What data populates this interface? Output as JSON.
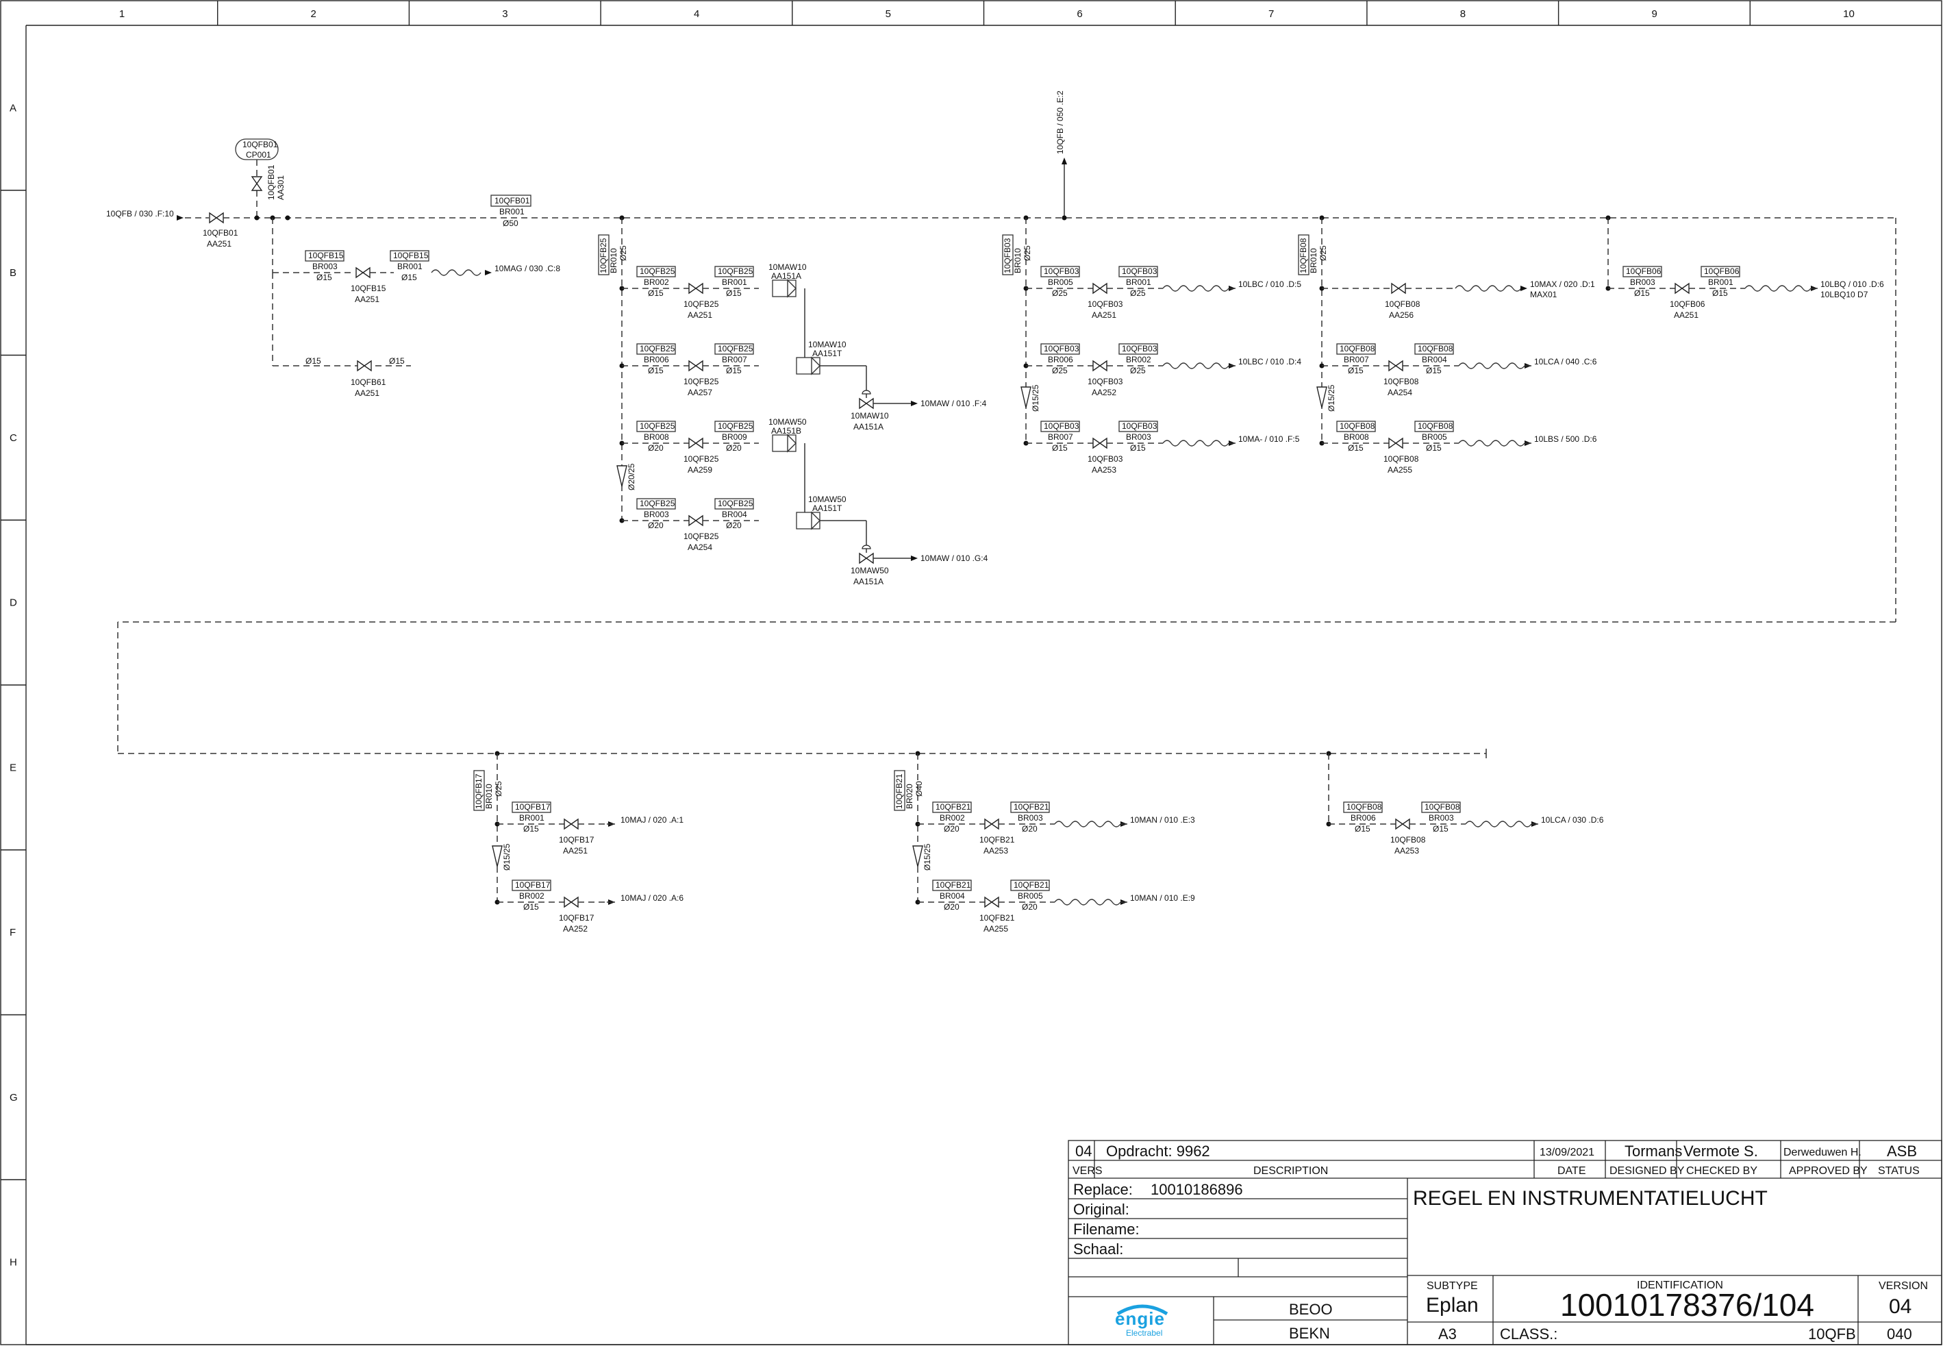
{
  "grid": {
    "columns": [
      "1",
      "2",
      "3",
      "4",
      "5",
      "6",
      "7",
      "8",
      "9",
      "10"
    ],
    "rows": [
      "A",
      "B",
      "C",
      "D",
      "E",
      "F",
      "G",
      "H"
    ]
  },
  "header_inst": {
    "tag": "10QFB01",
    "sub": "CP001"
  },
  "main_line": {
    "source": "10QFB  / 030 .F:10",
    "inlet_valve": {
      "tag": "10QFB01",
      "code": "AA251"
    },
    "vert_valve": {
      "tag": "10QFB01",
      "code": "AA301"
    },
    "up_ref": "10QFB  / 050 .E:2",
    "header_tag": {
      "tag": "10QFB01",
      "br": "BR001",
      "dia": "Ø50"
    }
  },
  "branches_row1": [
    {
      "tag": "10QFB15",
      "br1": "BR003",
      "d1": "Ø15",
      "br2": "BR001",
      "d2": "Ø15",
      "valve": "10QFB15",
      "code": "AA251",
      "dest": "10MAG  / 030 .C:8"
    },
    {
      "d1": "Ø15",
      "d2": "Ø15",
      "valve": "10QFB61",
      "code": "AA251"
    }
  ],
  "g25": {
    "vtag": "10QFB25",
    "vbr": "BR010",
    "vdia": "Ø25",
    "reducer": "Ø20/25",
    "rows": [
      {
        "t1": "10QFB25",
        "b1": "BR002",
        "d1": "Ø15",
        "t2": "10QFB25",
        "b2": "BR001",
        "d2": "Ø15",
        "valve": "10QFB25",
        "code": "AA251"
      },
      {
        "t1": "10QFB25",
        "b1": "BR006",
        "d1": "Ø15",
        "t2": "10QFB25",
        "b2": "BR007",
        "d2": "Ø15",
        "valve": "10QFB25",
        "code": "AA257"
      },
      {
        "t1": "10QFB25",
        "b1": "BR008",
        "d1": "Ø20",
        "t2": "10QFB25",
        "b2": "BR009",
        "d2": "Ø20",
        "valve": "10QFB25",
        "code": "AA259"
      },
      {
        "t1": "10QFB25",
        "b1": "BR003",
        "d1": "Ø20",
        "t2": "10QFB25",
        "b2": "BR004",
        "d2": "Ø20",
        "valve": "10QFB25",
        "code": "AA254"
      }
    ],
    "mach": [
      {
        "a": "10MAW10",
        "b": "AA151A",
        "c": "10MAW10",
        "d": "AA151T",
        "e": "10MAW10",
        "f": "AA151A",
        "dest": "10MAW  / 010 .F:4"
      },
      {
        "a": "10MAW50",
        "b": "AA151B",
        "c": "10MAW50",
        "d": "AA151T",
        "e": "10MAW50",
        "f": "AA151A",
        "dest": "10MAW  / 010 .G:4"
      }
    ]
  },
  "g03": {
    "vtag": "10QFB03",
    "vbr": "BR010",
    "vdia": "Ø25",
    "reducer": "Ø15/25",
    "rows": [
      {
        "t1": "10QFB03",
        "b1": "BR005",
        "d1": "Ø25",
        "t2": "10QFB03",
        "b2": "BR001",
        "d2": "Ø25",
        "valve": "10QFB03",
        "code": "AA251",
        "dest": "10LBC  / 010 .D:5"
      },
      {
        "t1": "10QFB03",
        "b1": "BR006",
        "d1": "Ø25",
        "t2": "10QFB03",
        "b2": "BR002",
        "d2": "Ø25",
        "valve": "10QFB03",
        "code": "AA252",
        "dest": "10LBC  / 010 .D:4"
      },
      {
        "t1": "10QFB03",
        "b1": "BR007",
        "d1": "Ø15",
        "t2": "10QFB03",
        "b2": "BR003",
        "d2": "Ø15",
        "valve": "10QFB03",
        "code": "AA253",
        "dest": "10MA-  / 010 .F:5"
      }
    ]
  },
  "g08": {
    "vtag": "10QFB08",
    "vbr": "BR010",
    "vdia": "Ø25",
    "reducer": "Ø15/25",
    "first": {
      "valve": "10QFB08",
      "code": "AA256",
      "dest": "10MAX  / 020 .D:1",
      "dest2": "MAX01"
    },
    "rows": [
      {
        "t1": "10QFB08",
        "b1": "BR007",
        "d1": "Ø15",
        "t2": "10QFB08",
        "b2": "BR004",
        "d2": "Ø15",
        "valve": "10QFB08",
        "code": "AA254",
        "dest": "10LCA  / 040 .C:6"
      },
      {
        "t1": "10QFB08",
        "b1": "BR008",
        "d1": "Ø15",
        "t2": "10QFB08",
        "b2": "BR005",
        "d2": "Ø15",
        "valve": "10QFB08",
        "code": "AA255",
        "dest": "10LBS  / 500 .D:6"
      }
    ]
  },
  "g06": {
    "t1": "10QFB06",
    "b1": "BR003",
    "d1": "Ø15",
    "t2": "10QFB06",
    "b2": "BR001",
    "d2": "Ø15",
    "valve": "10QFB06",
    "code": "AA251",
    "dest": "10LBQ  / 010 .D:6",
    "dest2": "10LBQ10 D7"
  },
  "g17": {
    "vtag": "10QFB17",
    "vbr": "BR010",
    "vdia": "Ø25",
    "reducer": "Ø15/25",
    "rows": [
      {
        "t1": "10QFB17",
        "b1": "BR001",
        "d1": "Ø15",
        "valve": "10QFB17",
        "code": "AA251",
        "dest": "10MAJ  / 020 .A:1"
      },
      {
        "t1": "10QFB17",
        "b1": "BR002",
        "d1": "Ø15",
        "valve": "10QFB17",
        "code": "AA252",
        "dest": "10MAJ  / 020 .A:6"
      }
    ]
  },
  "g21": {
    "vtag": "10QFB21",
    "vbr": "BR020",
    "vdia": "Ø40",
    "reducer": "Ø15/25",
    "rows": [
      {
        "t1": "10QFB21",
        "b1": "BR002",
        "d1": "Ø20",
        "t2": "10QFB21",
        "b2": "BR003",
        "d2": "Ø20",
        "valve": "10QFB21",
        "code": "AA253",
        "dest": "10MAN  / 010 .E:3"
      },
      {
        "t1": "10QFB21",
        "b1": "BR004",
        "d1": "Ø20",
        "t2": "10QFB21",
        "b2": "BR005",
        "d2": "Ø20",
        "valve": "10QFB21",
        "code": "AA255",
        "dest": "10MAN  / 010 .E:9"
      }
    ]
  },
  "g08b": {
    "t1": "10QFB08",
    "b1": "BR006",
    "d1": "Ø15",
    "t2": "10QFB08",
    "b2": "BR003",
    "d2": "Ø15",
    "valve": "10QFB08",
    "code": "AA253",
    "dest": "10LCA  / 030 .D:6"
  },
  "title_block": {
    "vers": "04",
    "opdracht": "Opdracht: 9962",
    "date": "13/09/2021",
    "designer": "Tormans",
    "checker": "Vermote S.",
    "approver": "Derweduwen H.",
    "status": "ASB",
    "h_vers": "VERS",
    "h_desc": "DESCRIPTION",
    "h_date": "DATE",
    "h_designed": "DESIGNED BY",
    "h_checked": "CHECKED BY",
    "h_approved": "APPROVED BY",
    "h_status": "STATUS",
    "replace_label": "Replace:",
    "replace_value": "10010186896",
    "original_label": "Original:",
    "filename_label": "Filename:",
    "schaal_label": "Schaal:",
    "title": "REGEL EN INSTRUMENTATIELUCHT",
    "logo_text": "engie",
    "logo_sub": "Electrabel",
    "site1": "BEOO",
    "site2": "BEKN",
    "subtype_label": "SUBTYPE",
    "subtype": "Eplan",
    "ident_label": "IDENTIFICATION",
    "ident": "10010178376/104",
    "version_label": "VERSION",
    "version": "04",
    "format": "A3",
    "class_label": "CLASS.:",
    "class_value": "10QFB",
    "sheet": "040"
  }
}
